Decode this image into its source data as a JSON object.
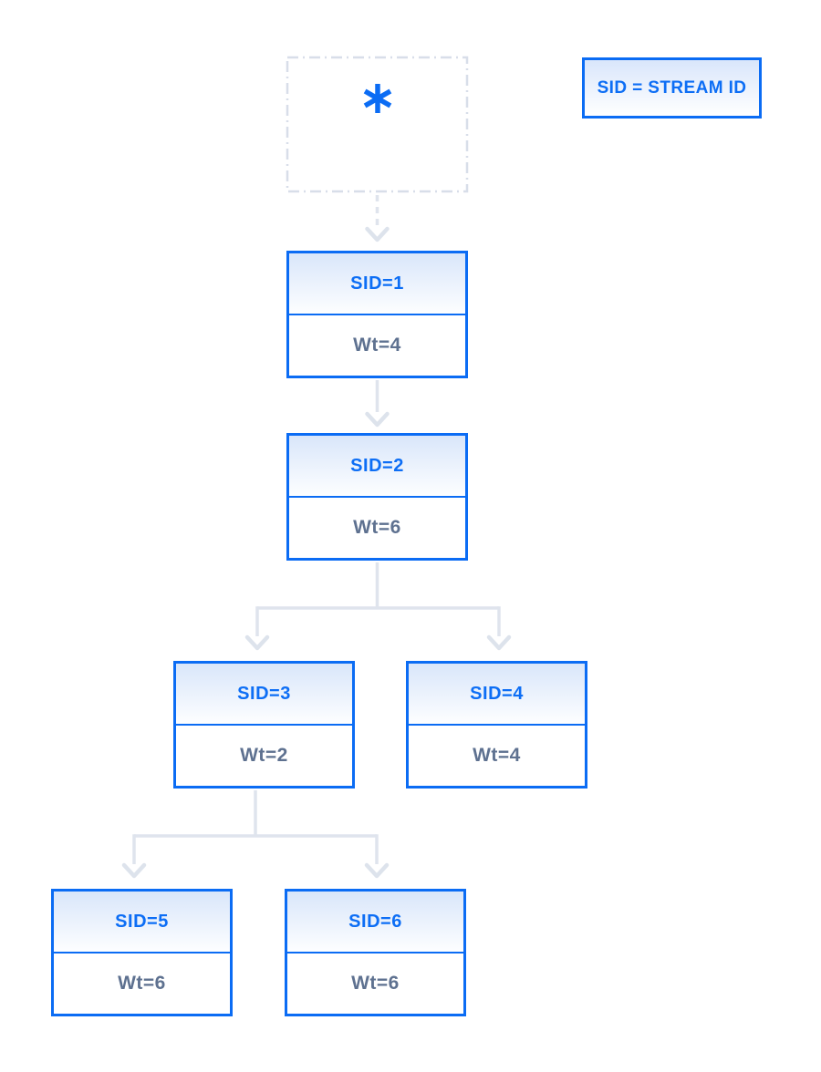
{
  "diagram": {
    "title": "stream-priority-tree",
    "root": {
      "symbol": "*"
    },
    "legend": {
      "text": "SID = STREAM ID"
    },
    "nodes": [
      {
        "id": "sid-1",
        "sid_label": "SID=1",
        "wt_label": "Wt=4"
      },
      {
        "id": "sid-2",
        "sid_label": "SID=2",
        "wt_label": "Wt=6"
      },
      {
        "id": "sid-3",
        "sid_label": "SID=3",
        "wt_label": "Wt=2"
      },
      {
        "id": "sid-4",
        "sid_label": "SID=4",
        "wt_label": "Wt=4"
      },
      {
        "id": "sid-5",
        "sid_label": "SID=5",
        "wt_label": "Wt=6"
      },
      {
        "id": "sid-6",
        "sid_label": "SID=6",
        "wt_label": "Wt=6"
      }
    ],
    "edges": [
      {
        "from": "root",
        "to": "sid-1",
        "style": "dashed"
      },
      {
        "from": "sid-1",
        "to": "sid-2",
        "style": "solid"
      },
      {
        "from": "sid-2",
        "to": "sid-3",
        "style": "solid"
      },
      {
        "from": "sid-2",
        "to": "sid-4",
        "style": "solid"
      },
      {
        "from": "sid-3",
        "to": "sid-5",
        "style": "solid"
      },
      {
        "from": "sid-3",
        "to": "sid-6",
        "style": "solid"
      }
    ],
    "colors": {
      "accent_blue": "#0b6cf4",
      "label_blue": "#0d6ef5",
      "weight_text": "#5e7190",
      "header_gradient_top": "#d9e6fa",
      "connector_gray": "#dfe4ed",
      "dashed_border_gray": "#d8dee9",
      "background": "#ffffff"
    }
  }
}
